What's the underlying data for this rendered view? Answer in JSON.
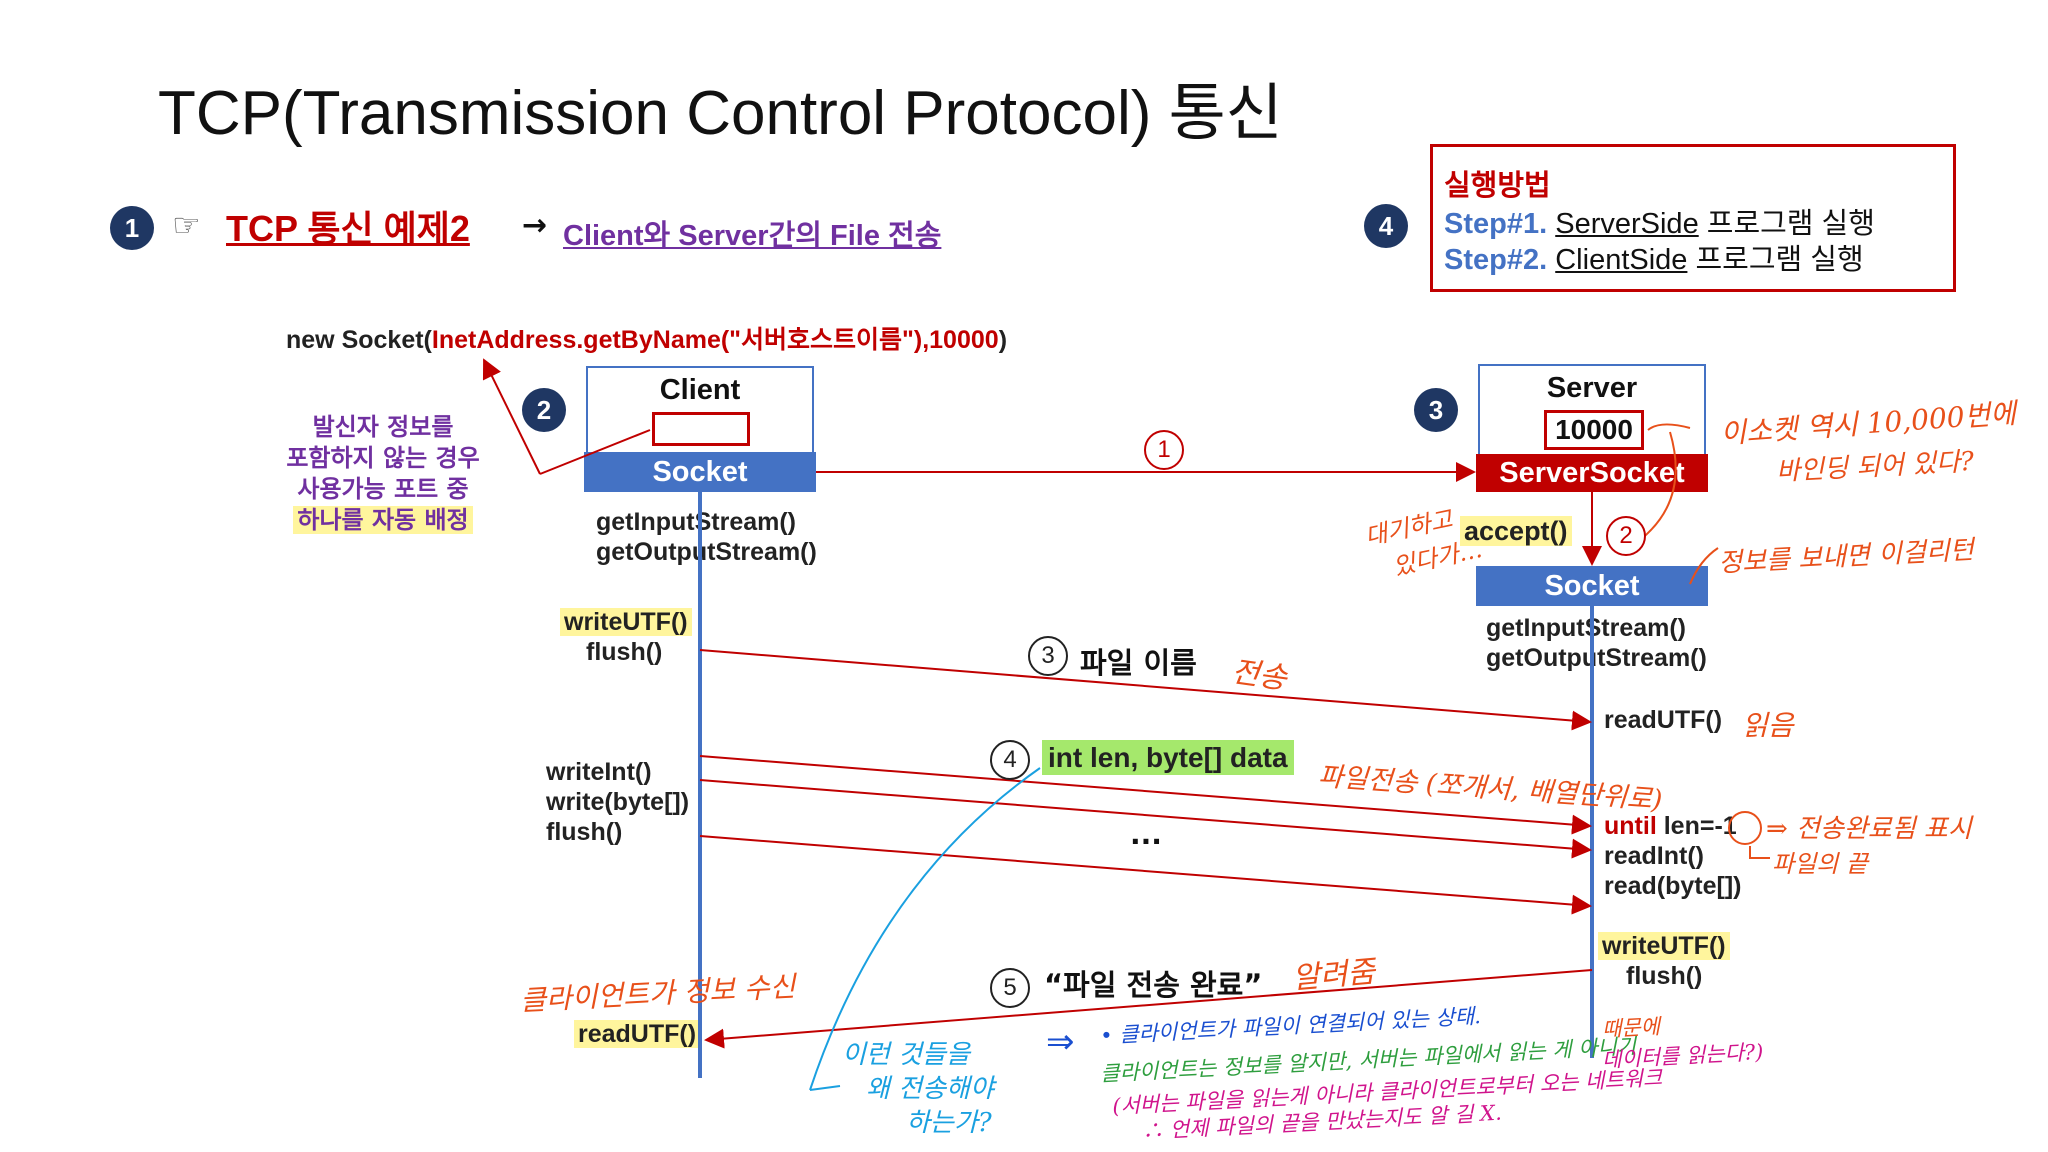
{
  "title": "TCP(Transmission Control Protocol) 통신",
  "header": {
    "step1_num": "1",
    "pointer": "☞",
    "example_label": "TCP 통신 예제2",
    "arrow": "→",
    "subtitle": "Client와 Server간의 File 전송"
  },
  "run_box": {
    "num": "4",
    "heading": "실행방법",
    "step1_label": "Step#1.",
    "step1_prog": "ServerSide",
    "step1_rest": "프로그램 실행",
    "step2_label": "Step#2.",
    "step2_prog": "ClientSide",
    "step2_rest": "프로그램 실행"
  },
  "socket_ctor": {
    "prefix": "new Socket(",
    "call": "InetAddress.getByName(\"서버호스트이름\"),10000",
    "suffix": ")"
  },
  "client": {
    "num": "2",
    "label": "Client",
    "socket": "Socket",
    "note_lines": [
      "발신자 정보를",
      "포함하지 않는 경우",
      "사용가능 포트 중",
      "하나를 자동 배정"
    ],
    "streams": [
      "getInputStream()",
      "getOutputStream()"
    ],
    "write_utf": "writeUTF()",
    "flush1": "flush()",
    "write_int": "writeInt()",
    "write_bytes": "write(byte[])",
    "flush2": "flush()",
    "read_utf": "readUTF()"
  },
  "server": {
    "num": "3",
    "label": "Server",
    "port": "10000",
    "server_socket": "ServerSocket",
    "accept": "accept()",
    "socket": "Socket",
    "streams": [
      "getInputStream()",
      "getOutputStream()"
    ],
    "read_utf": "readUTF()",
    "until_kw": "until",
    "until_rest": "len=-1",
    "read_int": "readInt()",
    "read_bytes": "read(byte[])",
    "write_utf": "writeUTF()",
    "flush": "flush()"
  },
  "messages": {
    "m1": "1",
    "m2": "2",
    "m3_num": "3",
    "m3_text": "파일 이름",
    "m4_num": "4",
    "m4_text": "int len, byte[] data",
    "ellipsis": "...",
    "m5_num": "5",
    "m5_text": "“파일 전송 완료”"
  },
  "annotations": {
    "server_port_note1": "이소켓 역시 10,000번에",
    "server_port_note2": "바인딩 되어 있다?",
    "waiting1": "대기하고",
    "waiting2": "있다가…",
    "send_connect": "정보를 보내면 이걸리턴",
    "send": "전송",
    "read": "읽음",
    "file_send": "파일전송 (쪼개서, 배열단위로)",
    "transfer_done": "⇒ 전송완료됨 표시",
    "file_end": "파일의 끝",
    "notify": "알려줌",
    "client_receive": "클라이언트가 정보 수신",
    "question1": "이런 것들을",
    "question2": "왜 전송해야",
    "question3": "하는가?",
    "arrow_sym": "⇒",
    "explain1": "• 클라이언트가 파일이 연결되어 있는 상태.",
    "explain2a": "클라이언트는 정보를 알지만, 서버는 파일에서 읽는 게 아니기",
    "explain2b": "때문에",
    "explain3a": "(서버는 파일을 읽는게 아니라 클라이언트로부터 오는 네트워크",
    "explain3b": "데이터를 읽는다?)",
    "explain4": "∴ 언제 파일의 끝을 만났는지도 알 길 X."
  },
  "colors": {
    "socket_blue": "#4472c4",
    "server_socket_red": "#c00000",
    "badge_navy": "#1f3763",
    "link_purple": "#7030a0",
    "note_purple": "#7030a0",
    "hand_orange": "#e8501a",
    "hand_blue": "#1aa0e0",
    "hand_green": "#2e9e3e",
    "hand_magenta": "#d0148c"
  }
}
